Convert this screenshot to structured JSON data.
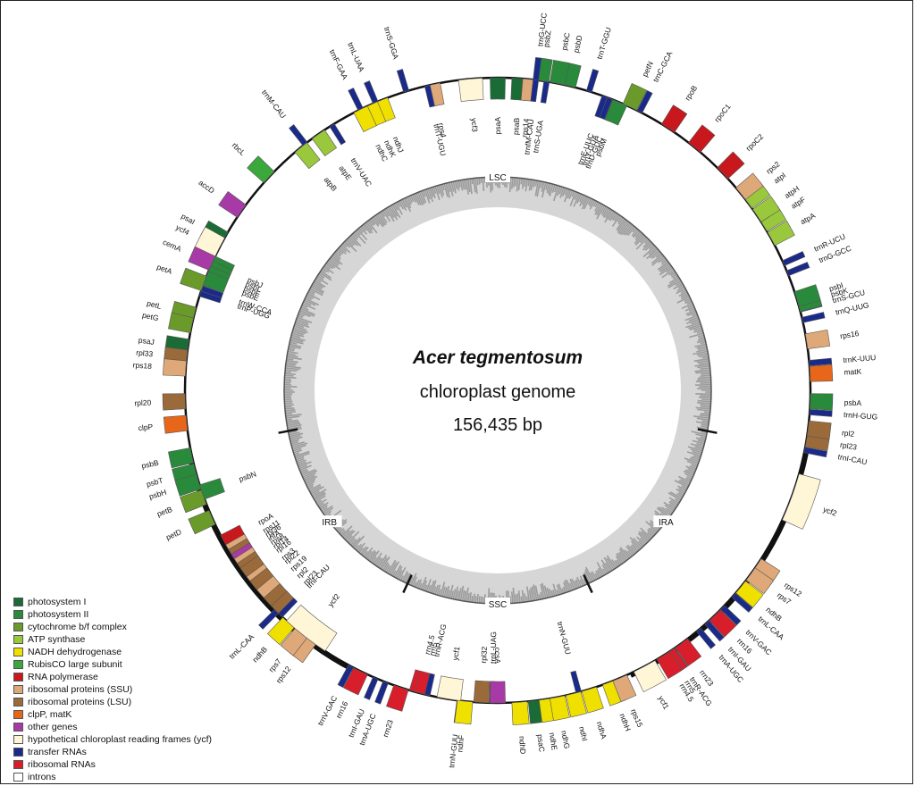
{
  "center": {
    "species": "Acer tegmentosum",
    "subtitle": "chloroplast genome",
    "size": "156,435 bp"
  },
  "regions": [
    {
      "name": "LSC",
      "deg": 0
    },
    {
      "name": "IRA",
      "deg": 128
    },
    {
      "name": "SSC",
      "deg": 180
    },
    {
      "name": "IRB",
      "deg": 232
    }
  ],
  "legend": [
    {
      "label": "photosystem I",
      "color": "#1a6b36"
    },
    {
      "label": "photosystem II",
      "color": "#2a8a3c"
    },
    {
      "label": "cytochrome b/f complex",
      "color": "#6a9a2a"
    },
    {
      "label": "ATP synthase",
      "color": "#9ac83c"
    },
    {
      "label": "NADH dehydrogenase",
      "color": "#f0e000"
    },
    {
      "label": "RubisCO large subunit",
      "color": "#3aa83a"
    },
    {
      "label": "RNA polymerase",
      "color": "#c8181e"
    },
    {
      "label": "ribosomal proteins (SSU)",
      "color": "#dfa878"
    },
    {
      "label": "ribosomal proteins (LSU)",
      "color": "#9a6a3a"
    },
    {
      "label": "clpP, matK",
      "color": "#e8661a"
    },
    {
      "label": "other genes",
      "color": "#a83aa8"
    },
    {
      "label": "hypothetical chloroplast reading frames (ycf)",
      "color": "#fff6d8"
    },
    {
      "label": "transfer RNAs",
      "color": "#1a2a8a"
    },
    {
      "label": "ribosomal RNAs",
      "color": "#d81e2a"
    },
    {
      "label": "introns",
      "color": "#ffffff"
    }
  ],
  "genes_outside": [
    {
      "name": "trnS-GGA",
      "deg": 343,
      "cat": "trna"
    },
    {
      "name": "trnL-UAA",
      "deg": 337,
      "cat": "trna"
    },
    {
      "name": "trnF-GAA",
      "deg": 334,
      "cat": "trna"
    },
    {
      "name": "trnM-CAU",
      "deg": 322,
      "cat": "trna"
    },
    {
      "name": "rbcL",
      "deg": 313,
      "cat": "rubisco"
    },
    {
      "name": "accD",
      "deg": 305,
      "cat": "other"
    },
    {
      "name": "psaI",
      "deg": 299,
      "cat": "ps1"
    },
    {
      "name": "ycf4",
      "deg": 297,
      "cat": "ycf"
    },
    {
      "name": "cemA",
      "deg": 294,
      "cat": "other"
    },
    {
      "name": "petA",
      "deg": 290,
      "cat": "cyt"
    },
    {
      "name": "petL",
      "deg": 284,
      "cat": "cyt"
    },
    {
      "name": "petG",
      "deg": 282,
      "cat": "cyt"
    },
    {
      "name": "psaJ",
      "deg": 278,
      "cat": "ps1"
    },
    {
      "name": "rpl33",
      "deg": 276,
      "cat": "lsu"
    },
    {
      "name": "rps18",
      "deg": 274,
      "cat": "ssu"
    },
    {
      "name": "rpl20",
      "deg": 268,
      "cat": "lsu"
    },
    {
      "name": "clpP",
      "deg": 264,
      "cat": "clp"
    },
    {
      "name": "psbB",
      "deg": 258,
      "cat": "ps2"
    },
    {
      "name": "psbT",
      "deg": 255,
      "cat": "ps2"
    },
    {
      "name": "psbH",
      "deg": 253,
      "cat": "ps2"
    },
    {
      "name": "petB",
      "deg": 250,
      "cat": "cyt"
    },
    {
      "name": "petD",
      "deg": 246,
      "cat": "cyt"
    },
    {
      "name": "rps12",
      "deg": 217,
      "cat": "ssu"
    },
    {
      "name": "rps7",
      "deg": 219,
      "cat": "ssu"
    },
    {
      "name": "ndhB",
      "deg": 222,
      "cat": "ndh"
    },
    {
      "name": "trnL-CAA",
      "deg": 225,
      "cat": "trna"
    },
    {
      "name": "trnV-GAC",
      "deg": 208,
      "cat": "trna"
    },
    {
      "name": "rrn16",
      "deg": 206,
      "cat": "rrna"
    },
    {
      "name": "trnI-GAU",
      "deg": 203,
      "cat": "trna"
    },
    {
      "name": "trnA-UGC",
      "deg": 201,
      "cat": "trna"
    },
    {
      "name": "rrn23",
      "deg": 198,
      "cat": "rrna"
    },
    {
      "name": "trnN-GUU",
      "deg": 187,
      "cat": "trna"
    },
    {
      "name": "ndhF",
      "deg": 186,
      "cat": "ndh"
    },
    {
      "name": "ndhD",
      "deg": 176,
      "cat": "ndh"
    },
    {
      "name": "psaC",
      "deg": 173,
      "cat": "ps1"
    },
    {
      "name": "ndhE",
      "deg": 171,
      "cat": "ndh"
    },
    {
      "name": "ndhG",
      "deg": 169,
      "cat": "ndh"
    },
    {
      "name": "ndhI",
      "deg": 166,
      "cat": "ndh"
    },
    {
      "name": "ndhA",
      "deg": 163,
      "cat": "ndh"
    },
    {
      "name": "ndhH",
      "deg": 159,
      "cat": "ndh"
    },
    {
      "name": "rps15",
      "deg": 157,
      "cat": "ssu"
    },
    {
      "name": "ycf1",
      "deg": 152,
      "cat": "ycf"
    },
    {
      "name": "trnR-ACG",
      "deg": 146,
      "cat": "trna"
    },
    {
      "name": "rrn5",
      "deg": 147,
      "cat": "rrna"
    },
    {
      "name": "rrn4.5",
      "deg": 148,
      "cat": "rrna"
    },
    {
      "name": "rrn23",
      "deg": 144,
      "cat": "rrna"
    },
    {
      "name": "trnA-UGC",
      "deg": 140,
      "cat": "trna"
    },
    {
      "name": "trnI-GAU",
      "deg": 138,
      "cat": "trna"
    },
    {
      "name": "rrn16",
      "deg": 136,
      "cat": "rrna"
    },
    {
      "name": "trnV-GAC",
      "deg": 134,
      "cat": "trna"
    },
    {
      "name": "rps12",
      "deg": 124,
      "cat": "ssu"
    },
    {
      "name": "rps7",
      "deg": 126,
      "cat": "ssu"
    },
    {
      "name": "ndhB",
      "deg": 129,
      "cat": "ndh"
    },
    {
      "name": "trnL-CAA",
      "deg": 131,
      "cat": "trna"
    },
    {
      "name": "ycf2",
      "deg": 110,
      "cat": "ycf"
    },
    {
      "name": "trnI-CAU",
      "deg": 101,
      "cat": "trna"
    },
    {
      "name": "rpl23",
      "deg": 99,
      "cat": "lsu"
    },
    {
      "name": "rpl2",
      "deg": 97,
      "cat": "lsu"
    },
    {
      "name": "trnH-GUG",
      "deg": 94,
      "cat": "trna"
    },
    {
      "name": "psbA",
      "deg": 92,
      "cat": "ps2"
    },
    {
      "name": "matK",
      "deg": 87,
      "cat": "clp"
    },
    {
      "name": "trnK-UUU",
      "deg": 85,
      "cat": "trna"
    },
    {
      "name": "rps16",
      "deg": 81,
      "cat": "ssu"
    },
    {
      "name": "trnQ-UUG",
      "deg": 77,
      "cat": "trna"
    },
    {
      "name": "trnS-GCU",
      "deg": 75,
      "cat": "trna"
    },
    {
      "name": "psbK",
      "deg": 74,
      "cat": "ps2"
    },
    {
      "name": "psbI",
      "deg": 73,
      "cat": "ps2"
    },
    {
      "name": "trnG-GCC",
      "deg": 68,
      "cat": "trna"
    },
    {
      "name": "trnR-UCU",
      "deg": 66,
      "cat": "trna"
    },
    {
      "name": "atpA",
      "deg": 61,
      "cat": "atp"
    },
    {
      "name": "atpF",
      "deg": 58,
      "cat": "atp"
    },
    {
      "name": "atpH",
      "deg": 56,
      "cat": "atp"
    },
    {
      "name": "atpI",
      "deg": 53,
      "cat": "atp"
    },
    {
      "name": "rps2",
      "deg": 51,
      "cat": "ssu"
    },
    {
      "name": "rpoC2",
      "deg": 46,
      "cat": "rnap"
    },
    {
      "name": "rpoC1",
      "deg": 39,
      "cat": "rnap"
    },
    {
      "name": "rpoB",
      "deg": 33,
      "cat": "rnap"
    },
    {
      "name": "trnC-GCA",
      "deg": 27,
      "cat": "trna"
    },
    {
      "name": "petN",
      "deg": 25,
      "cat": "cyt"
    },
    {
      "name": "trnT-GGU",
      "deg": 17,
      "cat": "trna"
    },
    {
      "name": "psbD",
      "deg": 13,
      "cat": "ps2"
    },
    {
      "name": "psbC",
      "deg": 11,
      "cat": "ps2"
    },
    {
      "name": "psbZ",
      "deg": 8,
      "cat": "ps2"
    },
    {
      "name": "trnG-UCC",
      "deg": 7,
      "cat": "trna"
    }
  ],
  "genes_inside": [
    {
      "name": "psaA",
      "deg": 0,
      "cat": "ps1"
    },
    {
      "name": "psaB",
      "deg": 4,
      "cat": "ps1"
    },
    {
      "name": "rps14",
      "deg": 6,
      "cat": "ssu"
    },
    {
      "name": "trnfM-CAU",
      "deg": 7,
      "cat": "trna"
    },
    {
      "name": "trnS-UGA",
      "deg": 9,
      "cat": "trna"
    },
    {
      "name": "ycf3",
      "deg": 355,
      "cat": "ycf"
    },
    {
      "name": "rps4",
      "deg": 348,
      "cat": "ssu"
    },
    {
      "name": "trnT-UGU",
      "deg": 347,
      "cat": "trna"
    },
    {
      "name": "ndhJ",
      "deg": 338,
      "cat": "ndh"
    },
    {
      "name": "ndhK",
      "deg": 336,
      "cat": "ndh"
    },
    {
      "name": "ndhC",
      "deg": 334,
      "cat": "ndh"
    },
    {
      "name": "trnV-UAC",
      "deg": 328,
      "cat": "trna"
    },
    {
      "name": "atpE",
      "deg": 325,
      "cat": "atp"
    },
    {
      "name": "atpB",
      "deg": 321,
      "cat": "atp"
    },
    {
      "name": "psbJ",
      "deg": 294,
      "cat": "ps2"
    },
    {
      "name": "psbL",
      "deg": 293,
      "cat": "ps2"
    },
    {
      "name": "psbF",
      "deg": 292,
      "cat": "ps2"
    },
    {
      "name": "psbE",
      "deg": 291,
      "cat": "ps2"
    },
    {
      "name": "trnW-CCA",
      "deg": 289,
      "cat": "trna"
    },
    {
      "name": "trnP-UGG",
      "deg": 288,
      "cat": "trna"
    },
    {
      "name": "psbN",
      "deg": 251,
      "cat": "ps2"
    },
    {
      "name": "rpoA",
      "deg": 241,
      "cat": "rnap"
    },
    {
      "name": "rps11",
      "deg": 239,
      "cat": "ssu"
    },
    {
      "name": "rpl36",
      "deg": 238,
      "cat": "lsu"
    },
    {
      "name": "infA",
      "deg": 237,
      "cat": "other"
    },
    {
      "name": "rps8",
      "deg": 236,
      "cat": "ssu"
    },
    {
      "name": "rpl14",
      "deg": 235,
      "cat": "lsu"
    },
    {
      "name": "rpl16",
      "deg": 234,
      "cat": "lsu"
    },
    {
      "name": "rps3",
      "deg": 232,
      "cat": "ssu"
    },
    {
      "name": "rpl22",
      "deg": 231,
      "cat": "lsu"
    },
    {
      "name": "rps19",
      "deg": 229,
      "cat": "ssu"
    },
    {
      "name": "rpl2",
      "deg": 227,
      "cat": "lsu"
    },
    {
      "name": "rpl23",
      "deg": 225,
      "cat": "lsu"
    },
    {
      "name": "trnI-CAU",
      "deg": 224,
      "cat": "trna"
    },
    {
      "name": "ycf2",
      "deg": 218,
      "cat": "ycf"
    },
    {
      "name": "rrn4.5",
      "deg": 195,
      "cat": "rrna"
    },
    {
      "name": "rrn5",
      "deg": 194,
      "cat": "rrna"
    },
    {
      "name": "trnR-ACG",
      "deg": 193,
      "cat": "trna"
    },
    {
      "name": "ycf1",
      "deg": 189,
      "cat": "ycf"
    },
    {
      "name": "rpl32",
      "deg": 183,
      "cat": "lsu"
    },
    {
      "name": "trnL-UAG",
      "deg": 181,
      "cat": "trna"
    },
    {
      "name": "ccsA",
      "deg": 180,
      "cat": "other"
    },
    {
      "name": "trnN-GUU",
      "deg": 165,
      "cat": "trna"
    },
    {
      "name": "trnE-UUC",
      "deg": 20,
      "cat": "trna"
    },
    {
      "name": "trnY-GUA",
      "deg": 21,
      "cat": "trna"
    },
    {
      "name": "trnD-GUC",
      "deg": 22,
      "cat": "trna"
    },
    {
      "name": "psbM",
      "deg": 23,
      "cat": "ps2"
    }
  ]
}
